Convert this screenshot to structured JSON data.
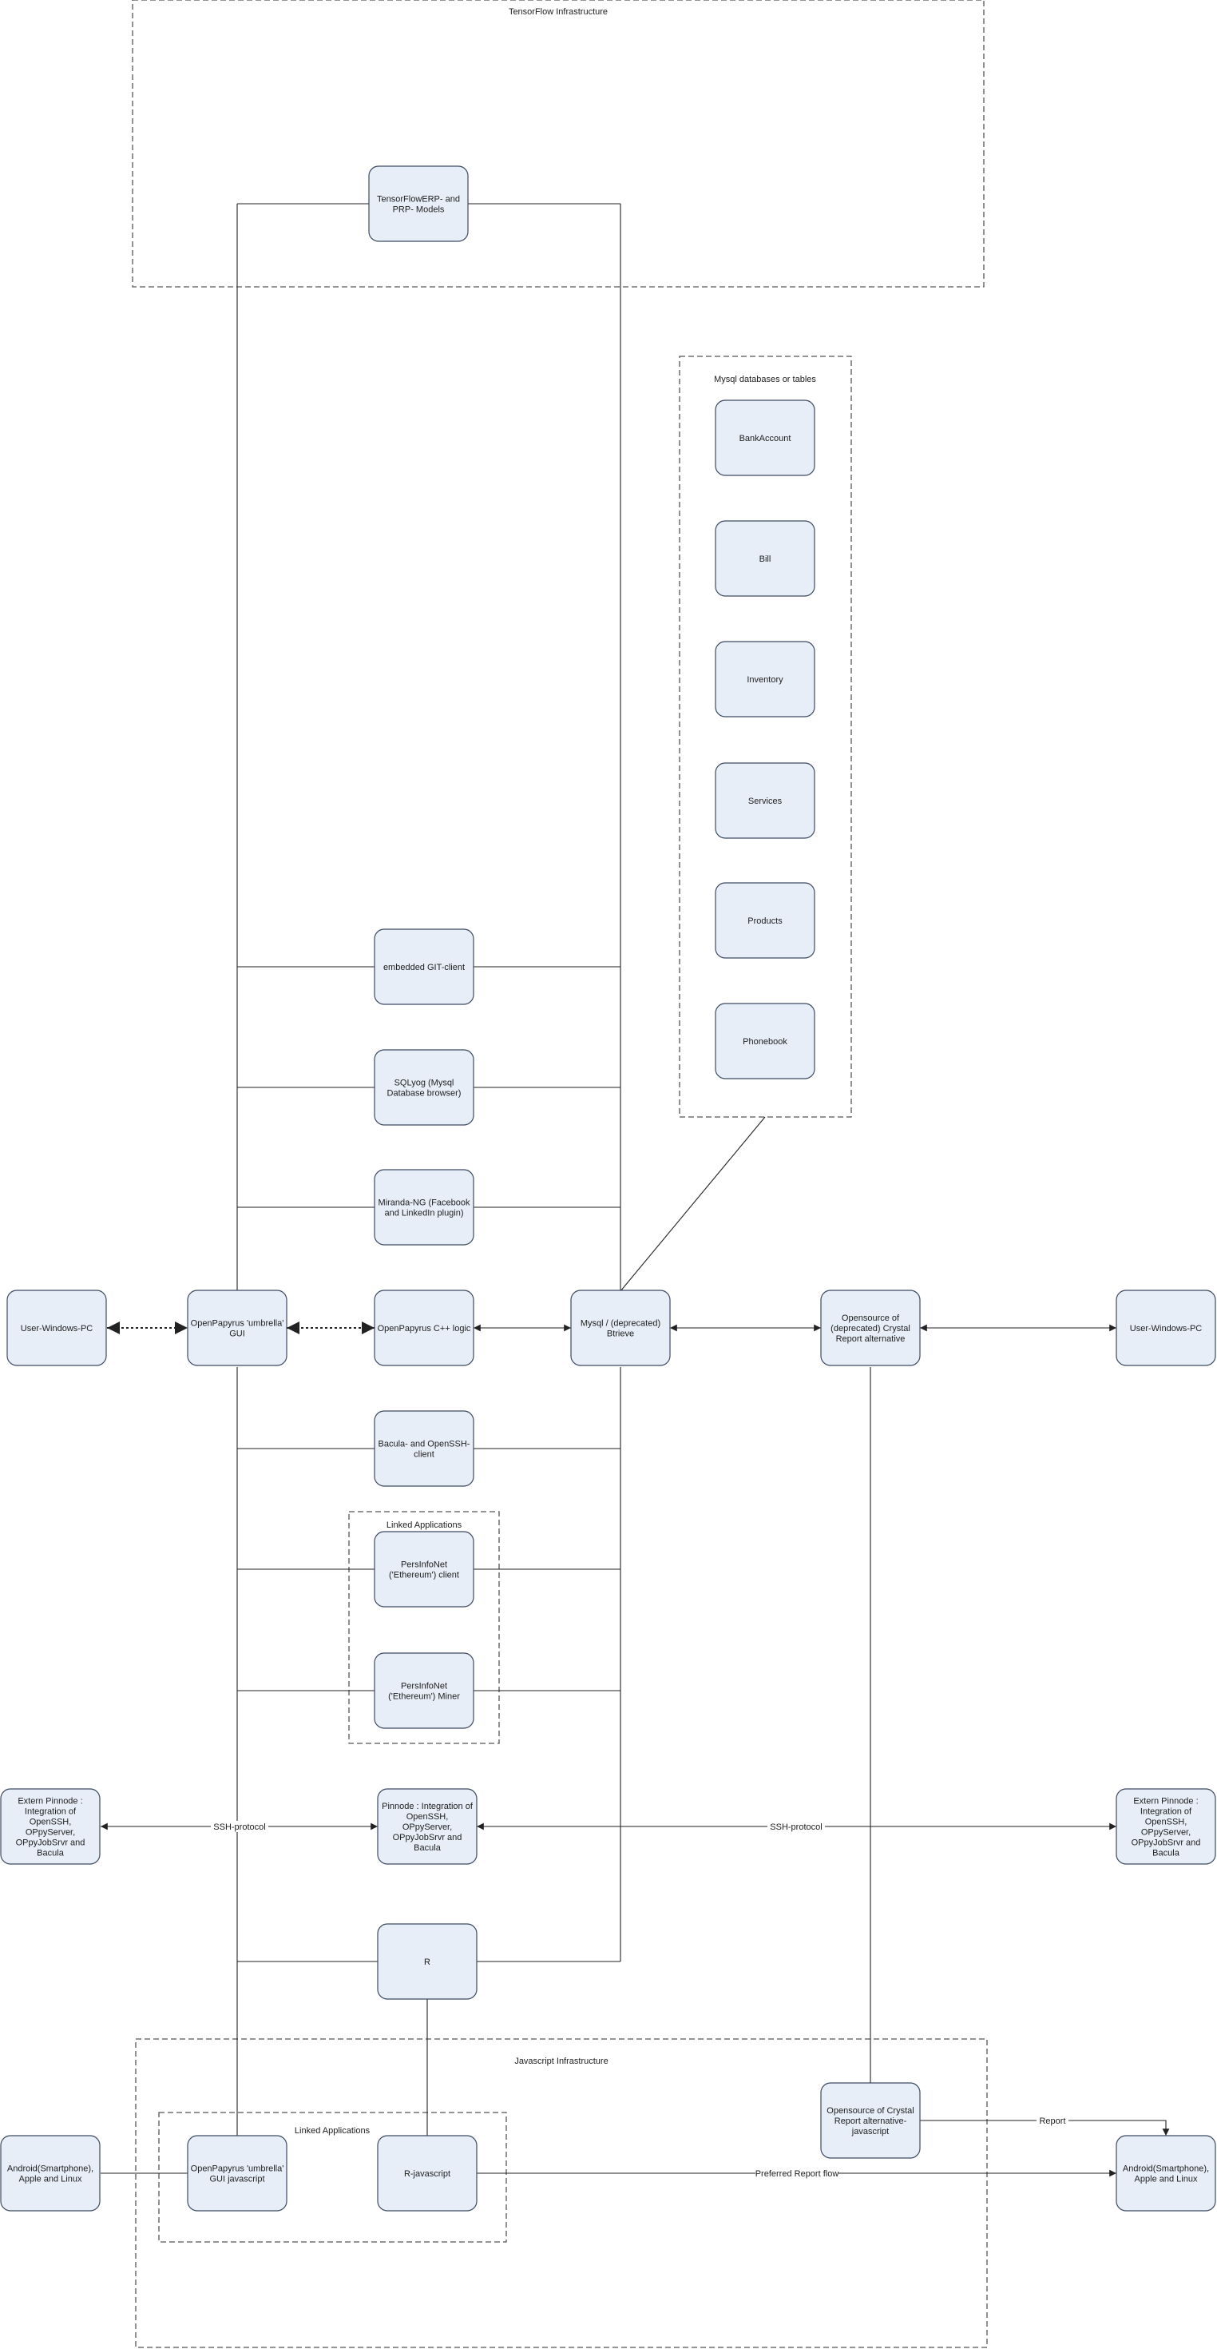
{
  "groups": {
    "tensorflow": "TensorFlow Infrastructure",
    "mysql_tables": "Mysql databases or tables",
    "linked_apps": "Linked Applications",
    "javascript": "Javascript Infrastructure",
    "linked_apps_js": "Linked Applications"
  },
  "nodes": {
    "tensorflow_models": [
      "TensorFlowERP- and",
      "PRP- Models"
    ],
    "bank_account": [
      "BankAccount"
    ],
    "bill": [
      "Bill"
    ],
    "inventory": [
      "Inventory"
    ],
    "services": [
      "Services"
    ],
    "products": [
      "Products"
    ],
    "phonebook": [
      "Phonebook"
    ],
    "git_client": [
      "embedded GIT-client"
    ],
    "sqlyog": [
      "SQLyog (Mysql",
      "Database browser)"
    ],
    "miranda": [
      "Miranda-NG (Facebook",
      "and LinkedIn plugin)"
    ],
    "user_pc_left": [
      "User-Windows-PC"
    ],
    "openpapyrus_gui": [
      "OpenPapyrus 'umbrella'",
      "GUI"
    ],
    "cpp_logic": [
      "OpenPapyrus C++ logic"
    ],
    "mysql_btrieve": [
      "Mysql / (deprecated)",
      "Btrieve"
    ],
    "crystal_report": [
      "Opensource of",
      "(deprecated) Crystal",
      "Report alternative"
    ],
    "user_pc_right": [
      "User-Windows-PC"
    ],
    "bacula_client": [
      "Bacula- and OpenSSH-",
      "client"
    ],
    "persinfo_client": [
      "PersInfoNet",
      "('Ethereum') client"
    ],
    "persinfo_miner": [
      "PersInfoNet",
      "('Ethereum') Miner"
    ],
    "extern_left": [
      "Extern Pinnode :",
      "Integration of",
      "OpenSSH,",
      "OPpyServer,",
      "OPpyJobSrvr and",
      "Bacula"
    ],
    "pinnode": [
      "Pinnode : Integration of",
      "OpenSSH,",
      "OPpyServer,",
      "OPpyJobSrvr and",
      "Bacula"
    ],
    "extern_right": [
      "Extern Pinnode :",
      "Integration of",
      "OpenSSH,",
      "OPpyServer,",
      "OPpyJobSrvr and",
      "Bacula"
    ],
    "r_node": [
      "R"
    ],
    "crystal_js": [
      "Opensource of Crystal",
      "Report alternative-",
      "javascript"
    ],
    "android_left": [
      "Android(Smartphone),",
      "Apple and Linux"
    ],
    "gui_js": [
      "OpenPapyrus 'umbrella'",
      "GUI javascript"
    ],
    "r_js": [
      "R-javascript"
    ],
    "android_right": [
      "Android(Smartphone),",
      "Apple and Linux"
    ]
  },
  "edge_labels": {
    "ssh_left": "SSH-protocol",
    "ssh_right": "SSH-protocol",
    "report": "Report",
    "preferred": "Preferred Report flow"
  }
}
